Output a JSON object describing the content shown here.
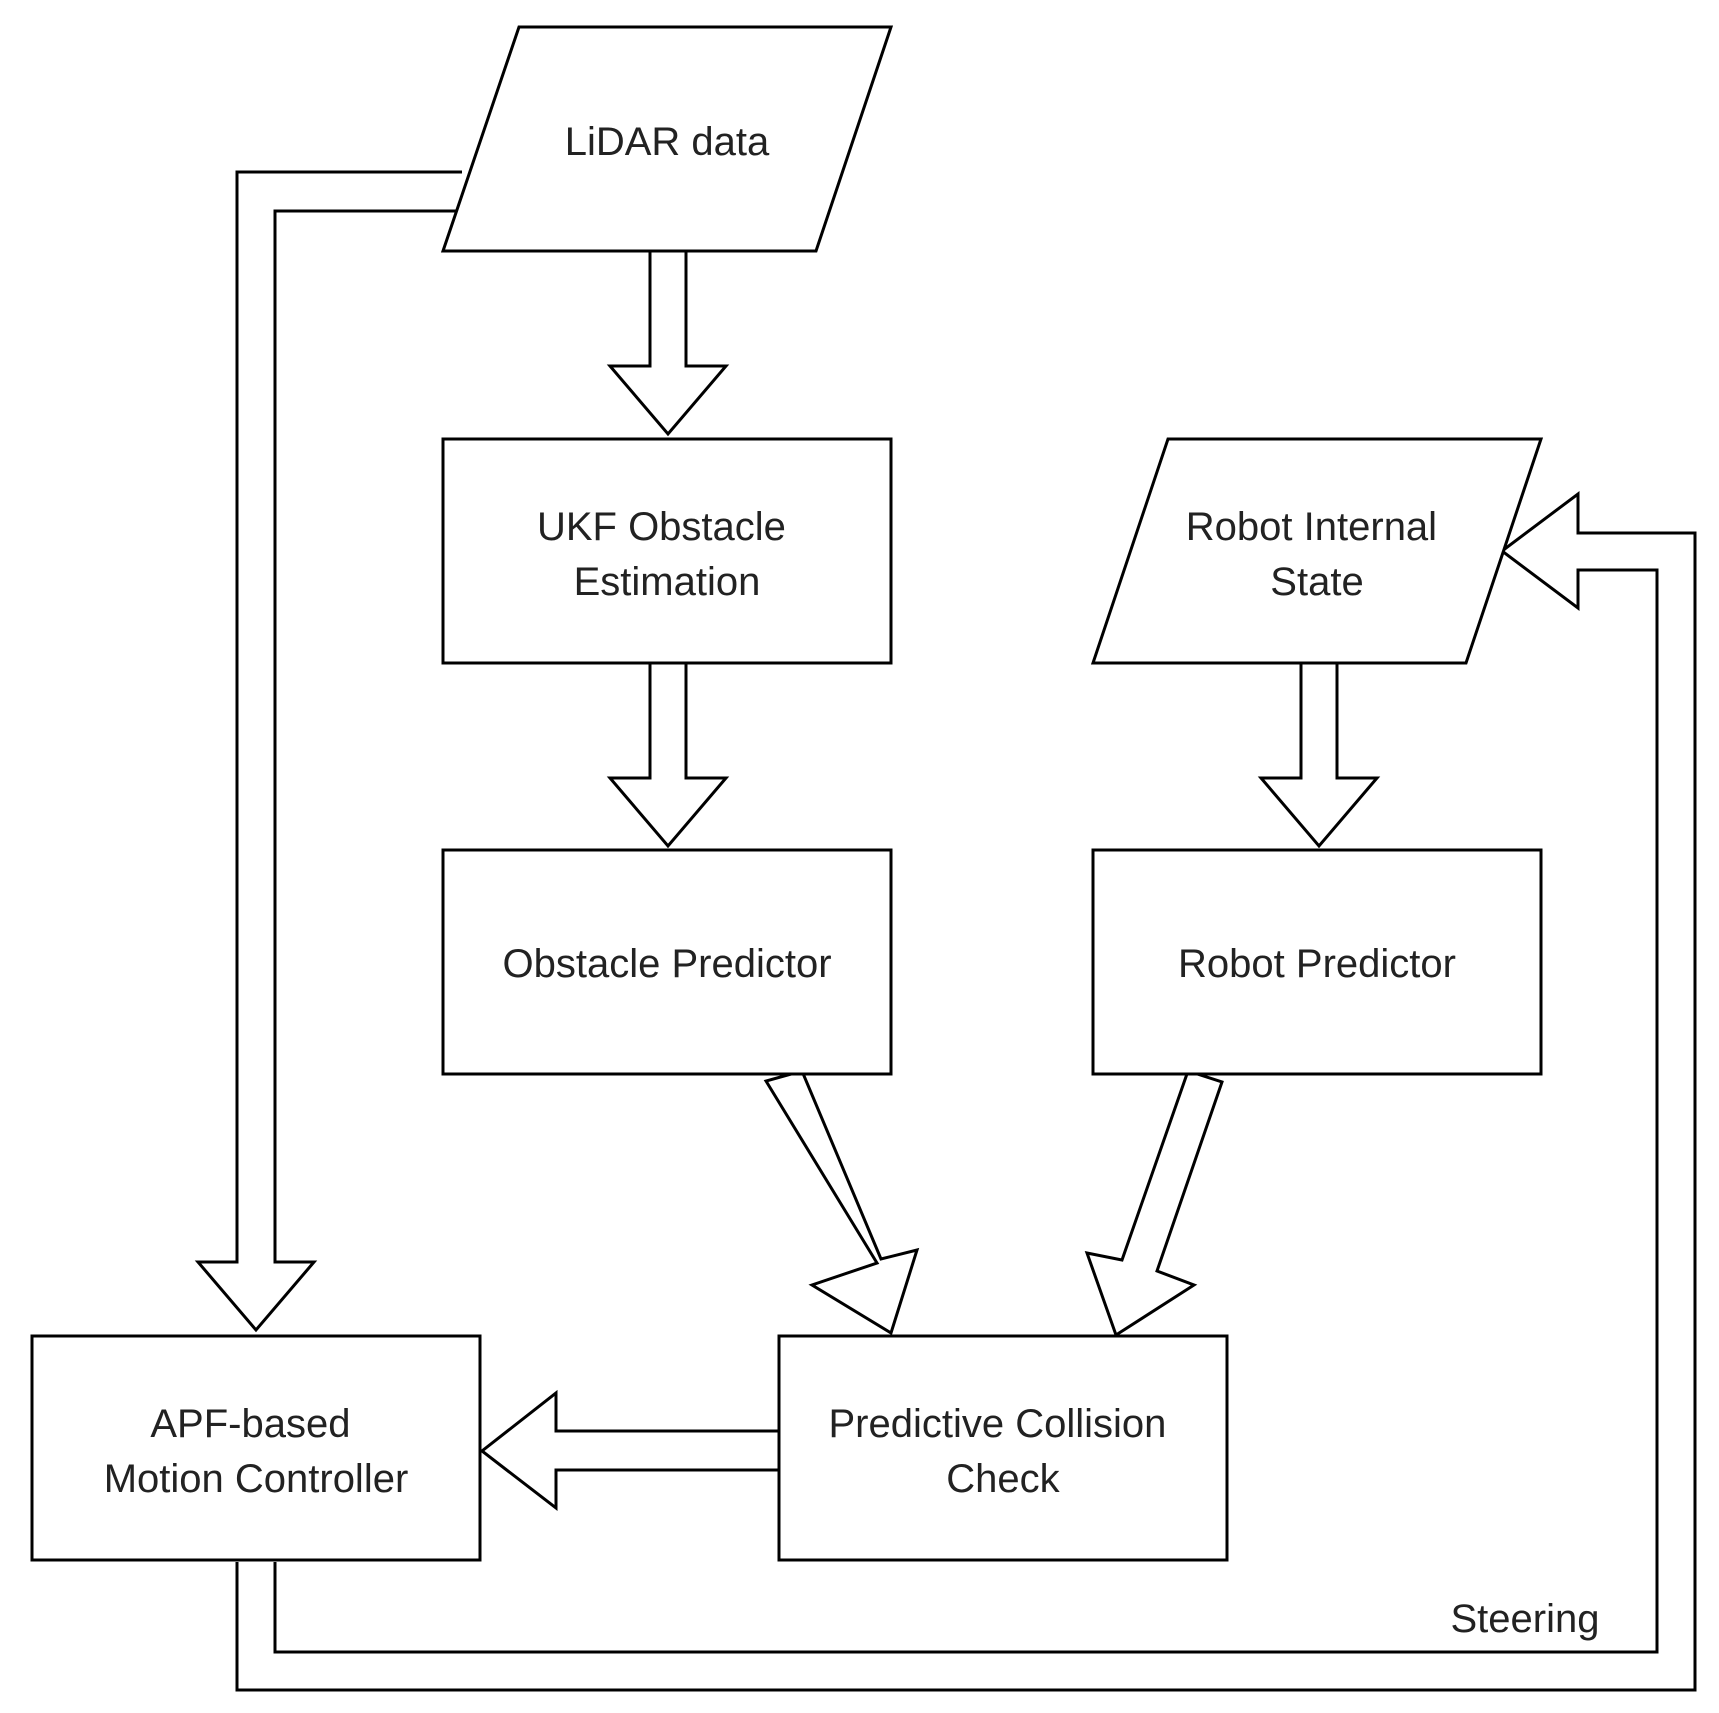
{
  "nodes": {
    "lidar": {
      "lines": [
        "LiDAR data"
      ],
      "shape": "parallelogram"
    },
    "ukf": {
      "lines": [
        "UKF Obstacle",
        "Estimation"
      ],
      "shape": "rectangle"
    },
    "obstacle_predictor": {
      "lines": [
        "Obstacle Predictor"
      ],
      "shape": "rectangle"
    },
    "robot_state": {
      "lines": [
        "Robot Internal",
        "State"
      ],
      "shape": "parallelogram"
    },
    "robot_predictor": {
      "lines": [
        "Robot Predictor"
      ],
      "shape": "rectangle"
    },
    "collision_check": {
      "lines": [
        "Predictive Collision",
        "Check"
      ],
      "shape": "rectangle"
    },
    "apf_controller": {
      "lines": [
        "APF-based",
        "Motion Controller"
      ],
      "shape": "rectangle"
    }
  },
  "edges": {
    "steering_label": "Steering"
  },
  "colors": {
    "stroke": "#000000",
    "fill": "#ffffff",
    "text": "#222222"
  }
}
